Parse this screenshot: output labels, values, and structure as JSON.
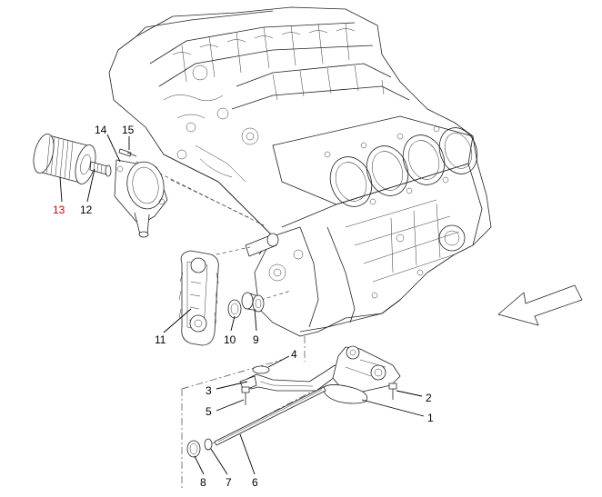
{
  "diagram": {
    "highlight_color": "#d40000",
    "text_color": "#000000",
    "labels": [
      {
        "id": "1",
        "text": "1"
      },
      {
        "id": "2",
        "text": "2"
      },
      {
        "id": "3",
        "text": "3"
      },
      {
        "id": "4",
        "text": "4"
      },
      {
        "id": "5",
        "text": "5"
      },
      {
        "id": "6",
        "text": "6"
      },
      {
        "id": "7",
        "text": "7"
      },
      {
        "id": "8",
        "text": "8"
      },
      {
        "id": "9",
        "text": "9"
      },
      {
        "id": "10",
        "text": "10"
      },
      {
        "id": "11",
        "text": "11"
      },
      {
        "id": "12",
        "text": "12"
      },
      {
        "id": "13",
        "text": "13",
        "highlighted": true
      },
      {
        "id": "14",
        "text": "14"
      },
      {
        "id": "15",
        "text": "15"
      }
    ],
    "direction_arrow": "front-direction-arrow"
  }
}
